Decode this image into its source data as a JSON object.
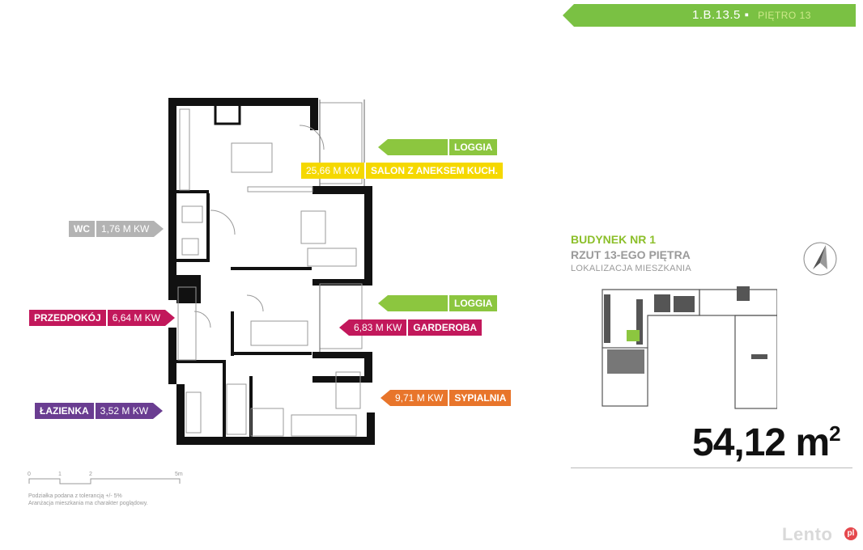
{
  "header": {
    "unit_code": "1.B.13.5",
    "floor_label": "PIĘTRO 13",
    "band_color": "#7ac143"
  },
  "rooms": [
    {
      "name": "LOGGIA",
      "area": "",
      "color": "#8cc63f"
    },
    {
      "name": "SALON Z ANEKSEM KUCH.",
      "area": "25,66 M KW",
      "color": "#f5d800"
    },
    {
      "name": "WC",
      "area": "1,76 M KW",
      "color": "#b3b3b3"
    },
    {
      "name": "PRZEDPOKÓJ",
      "area": "6,64 M KW",
      "color": "#c2185b"
    },
    {
      "name": "LOGGIA",
      "area": "",
      "color": "#8cc63f"
    },
    {
      "name": "GARDEROBA",
      "area": "6,83 M KW",
      "color": "#c2185b"
    },
    {
      "name": "SYPIALNIA",
      "area": "9,71 M KW",
      "color": "#e8752b"
    },
    {
      "name": "ŁAZIENKA",
      "area": "3,52 M KW",
      "color": "#6a3d91"
    }
  ],
  "building": {
    "name": "BUDYNEK NR 1",
    "floor_plan": "RZUT 13-EGO PIĘTRA",
    "location_label": "LOKALIZACJA MIESZKANIA"
  },
  "total_area": {
    "value": "54,12 m",
    "unit_sup": "2"
  },
  "scale": {
    "ticks": [
      "0",
      "1",
      "2",
      "5m"
    ],
    "note_line1": "Podziałka podana z tolerancją +/- 5%",
    "note_line2": "Aranżacja mieszkania ma charakter poglądowy."
  },
  "watermark": {
    "text": "Lento",
    "badge": "pl"
  }
}
